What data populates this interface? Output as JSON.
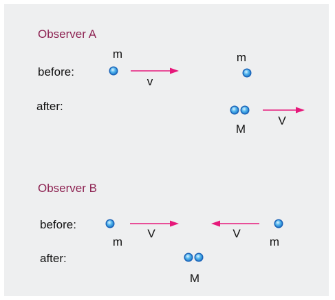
{
  "colors": {
    "background": "#eeeff0",
    "heading": "#8e2453",
    "text": "#111111",
    "arrow": "#e6187a",
    "ball_light": "#dff4ff",
    "ball_mid": "#4fb3ec",
    "ball_dark": "#1a63b8"
  },
  "observer_a": {
    "heading": "Observer A",
    "before_label": "before:",
    "after_label": "after:",
    "mass_left": "m",
    "velocity_before": "v",
    "mass_right": "m",
    "combined_mass": "M",
    "velocity_after": "V"
  },
  "observer_b": {
    "heading": "Observer B",
    "before_label": "before:",
    "after_label": "after:",
    "mass_left": "m",
    "velocity_left": "V",
    "velocity_right": "V",
    "mass_right": "m",
    "combined_mass": "M"
  }
}
